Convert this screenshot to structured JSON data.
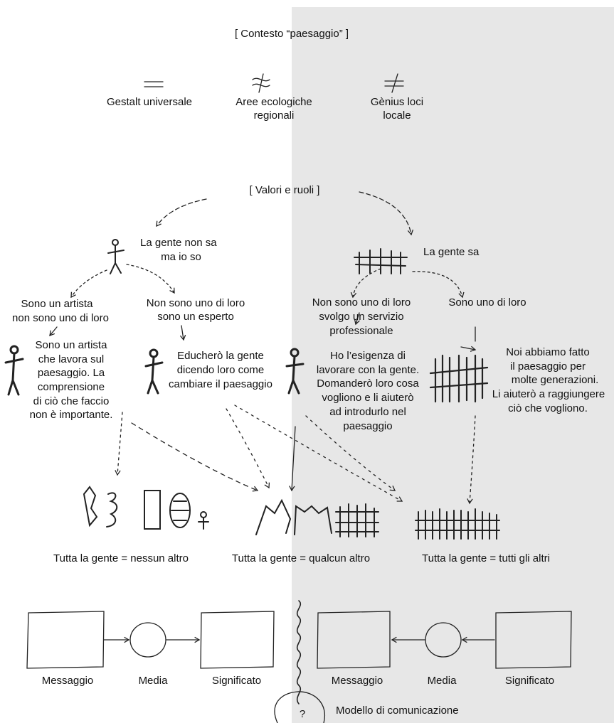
{
  "context": {
    "title": "[ Contesto “paesaggio” ]",
    "columns": [
      {
        "symbol": "=",
        "lines": [
          "Gestalt universale"
        ]
      },
      {
        "symbol": "≈",
        "lines": [
          "Aree ecologiche",
          "regionali"
        ]
      },
      {
        "symbol": "≠",
        "lines": [
          "Gènius loci",
          "locale"
        ]
      }
    ]
  },
  "values": {
    "title": "[ Valori e ruoli ]",
    "left_branch": [
      "La gente non sa",
      "ma io so"
    ],
    "right_branch": "La gente sa",
    "roles": [
      {
        "heading": [
          "Sono un artista",
          "non sono uno di loro"
        ],
        "statement": [
          "Sono un artista",
          "che lavora sul",
          "paesaggio. La",
          "comprensione",
          "di ciò che faccio",
          "non è importante."
        ]
      },
      {
        "heading": [
          "Non sono uno di loro",
          "sono un esperto"
        ],
        "statement": [
          "Educherò la gente",
          "dicendo loro come",
          "cambiare il paesaggio"
        ]
      },
      {
        "heading": [
          "Non sono uno di loro",
          "svolgo un servizio",
          "professionale"
        ],
        "statement": [
          "Ho l’esigenza di",
          "lavorare con la gente.",
          "Domanderò loro cosa",
          "vogliono e li aiuterò",
          "ad introdurlo nel",
          "paesaggio"
        ]
      },
      {
        "heading": [
          "Sono uno di loro"
        ],
        "statement": [
          "Noi abbiamo fatto",
          "il paesaggio per",
          "molte generazioni.",
          "Li aiuterò a raggiungere",
          "ciò che vogliono."
        ]
      }
    ],
    "groups": [
      "Tutta la gente = nessun altro",
      "Tutta la gente = qualcun altro",
      "Tutta la gente = tutti gli altri"
    ]
  },
  "communication": {
    "left_labels": [
      "Messaggio",
      "Media",
      "Significato"
    ],
    "right_labels": [
      "Messaggio",
      "Media",
      "Significato"
    ],
    "question_mark": "?",
    "caption": "Modello di comunicazione"
  },
  "colors": {
    "shade": "#e7e7e7",
    "ink": "#111111"
  }
}
